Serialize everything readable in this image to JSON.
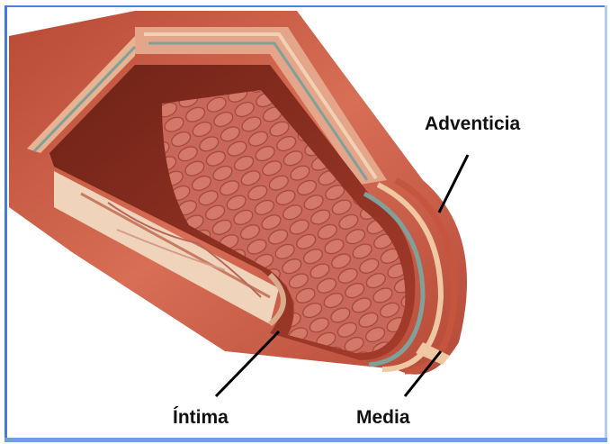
{
  "labels": {
    "adventicia": "Adventicia",
    "intima": "Íntima",
    "media": "Media"
  },
  "colors": {
    "frame": "#4a86d8",
    "outer_wall": "#c95a45",
    "lumen_dark": "#8c2c1e",
    "endothelium": "#c8675a",
    "leader_line": "#000000"
  }
}
